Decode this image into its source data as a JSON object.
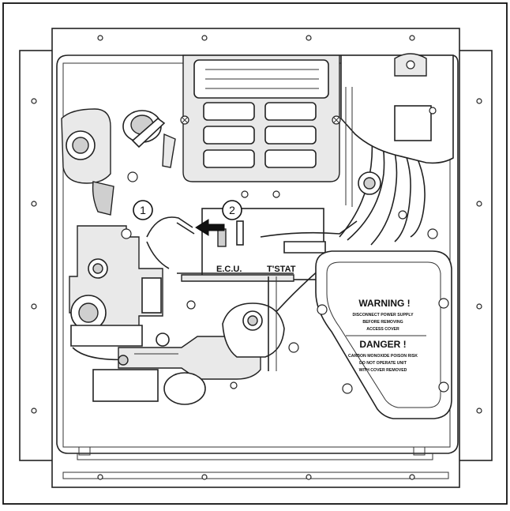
{
  "callouts": [
    {
      "number": "1"
    },
    {
      "number": "2"
    }
  ],
  "labels": {
    "ecu": "E.C.U.",
    "tstat": "T'STAT"
  },
  "warning_panel": {
    "warning_title": "WARNING !",
    "warning_lines": [
      "DISCONNECT POWER SUPPLY",
      "BEFORE REMOVING",
      "ACCESS COVER"
    ],
    "danger_title": "DANGER !",
    "danger_lines": [
      "CARBON MONOXIDE POISON RISK",
      "DO NOT OPERATE UNIT",
      "WITH COVER REMOVED"
    ]
  },
  "colors": {
    "line": "#222222",
    "fill_light": "#e9e9e9",
    "fill_dark": "#cfcfcf",
    "background": "#ffffff"
  }
}
